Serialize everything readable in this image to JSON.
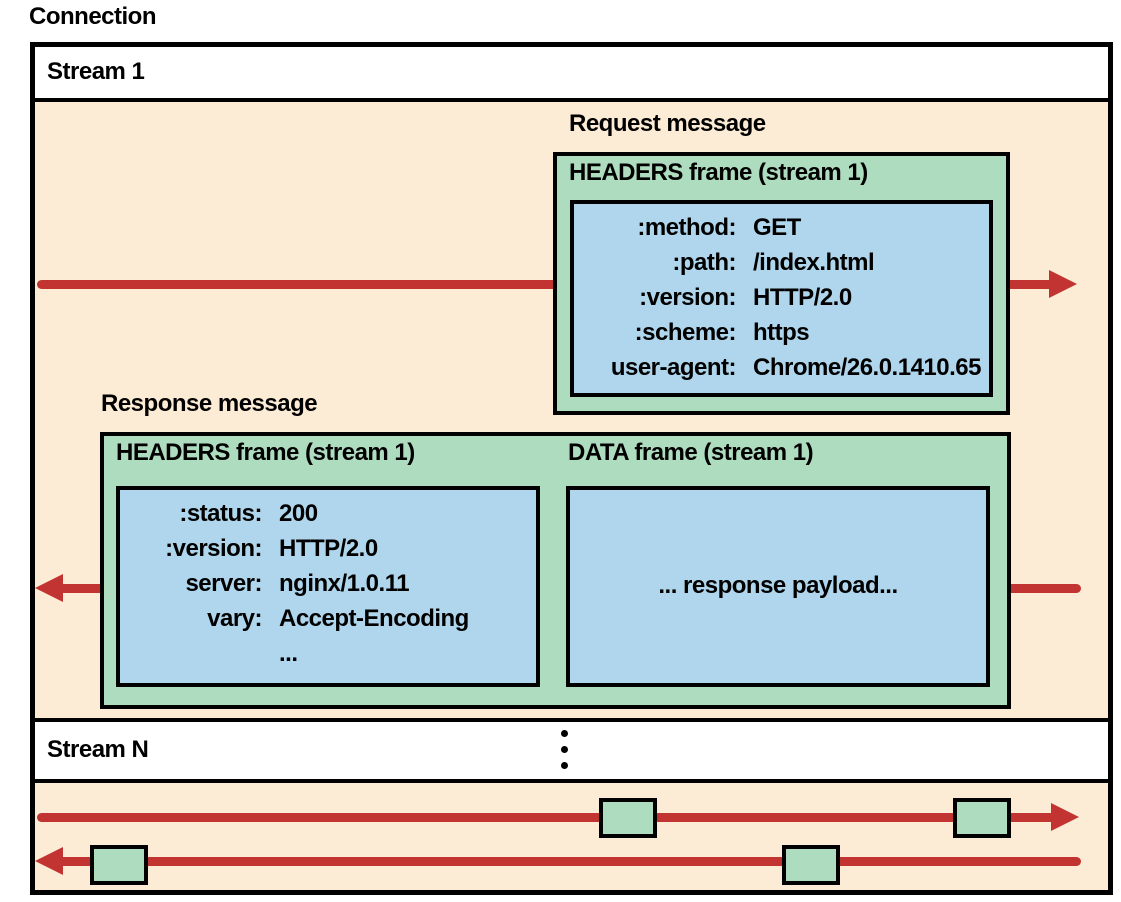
{
  "connection_label": "Connection",
  "stream1": {
    "label": "Stream 1",
    "request": {
      "label": "Request message",
      "frame_title": "HEADERS frame (stream 1)",
      "headers": [
        {
          "key": ":method:",
          "value": "GET"
        },
        {
          "key": ":path:",
          "value": "/index.html"
        },
        {
          "key": ":version:",
          "value": "HTTP/2.0"
        },
        {
          "key": ":scheme:",
          "value": "https"
        },
        {
          "key": "user-agent:",
          "value": "Chrome/26.0.1410.65"
        }
      ]
    },
    "response": {
      "label": "Response message",
      "headers_frame_title": "HEADERS frame (stream 1)",
      "data_frame_title": "DATA frame (stream 1)",
      "headers": [
        {
          "key": ":status:",
          "value": "200"
        },
        {
          "key": ":version:",
          "value": "HTTP/2.0"
        },
        {
          "key": "server:",
          "value": "nginx/1.0.11"
        },
        {
          "key": "vary:",
          "value": "Accept-Encoding"
        },
        {
          "key": "",
          "value": "..."
        }
      ],
      "payload_text": "... response payload..."
    }
  },
  "streamN": {
    "label": "Stream N"
  },
  "colors": {
    "connection_bg": "#FCEBD5",
    "frame_green": "#AEDCBF",
    "box_blue": "#AFD6EC",
    "arrow_red": "#C23431",
    "bar_white": "#FFFFFF",
    "border_black": "#000000"
  }
}
